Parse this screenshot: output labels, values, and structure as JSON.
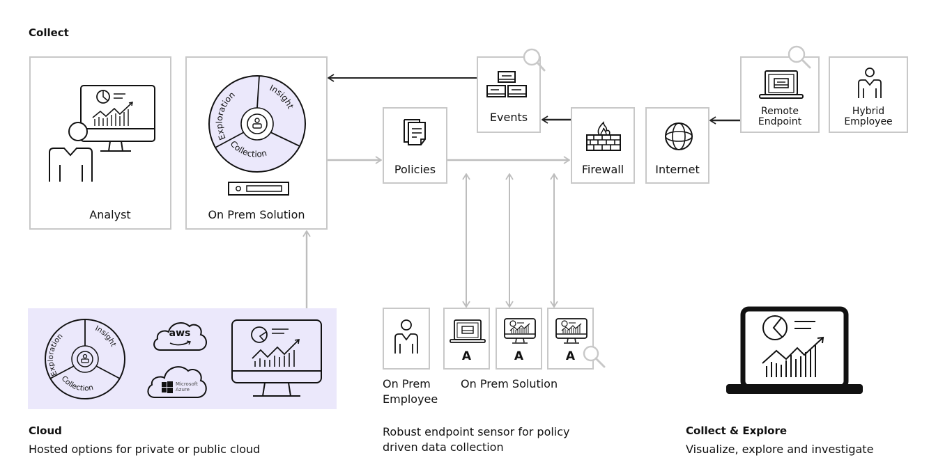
{
  "sections": {
    "collect": {
      "title": "Collect"
    },
    "cloud": {
      "title": "Cloud",
      "description": "Hosted options for private or public cloud"
    },
    "onprem": {
      "description_line1": "Robust endpoint sensor for policy",
      "description_line2": "driven data collection"
    },
    "explore": {
      "title": "Collect & Explore",
      "description": "Visualize, explore and investigate"
    }
  },
  "nodes": {
    "analyst": {
      "label": "Analyst",
      "icon": "analyst-monitor-icon"
    },
    "on_prem_solution": {
      "label": "On Prem Solution",
      "icon": "capability-wheel-icon",
      "wheel_segments": [
        "Exploration",
        "Insight",
        "Collection"
      ]
    },
    "policies": {
      "label": "Policies",
      "icon": "documents-icon"
    },
    "events": {
      "label": "Events",
      "icon": "event-blocks-icon"
    },
    "firewall": {
      "label": "Firewall",
      "icon": "firewall-icon"
    },
    "internet": {
      "label": "Internet",
      "icon": "globe-icon"
    },
    "remote_endpoint": {
      "label_line1": "Remote",
      "label_line2": "Endpoint",
      "icon": "laptop-icon"
    },
    "hybrid_employee": {
      "label_line1": "Hybrid",
      "label_line2": "Employee",
      "icon": "person-icon"
    },
    "onprem_employee": {
      "label_line1": "On Prem",
      "label_line2": "Employee",
      "icon": "person-icon"
    },
    "agents": [
      {
        "label": "A",
        "icon": "laptop-icon"
      },
      {
        "label": "A",
        "icon": "monitor-chart-icon"
      },
      {
        "label": "A",
        "icon": "monitor-chart-icon"
      }
    ],
    "agents_group_label": "On Prem Solution"
  },
  "cloud_panel": {
    "wheel_segments": [
      "Exploration",
      "Insight",
      "Collection"
    ],
    "aws_label": "aws",
    "azure_label_line1": "Microsoft",
    "azure_label_line2": "Azure"
  },
  "colors": {
    "lavender": "#ebe8fb",
    "box_border": "#c8c8c8",
    "connector_gray": "#bdbdbd",
    "connector_dark": "#222222",
    "ink": "#111111"
  }
}
